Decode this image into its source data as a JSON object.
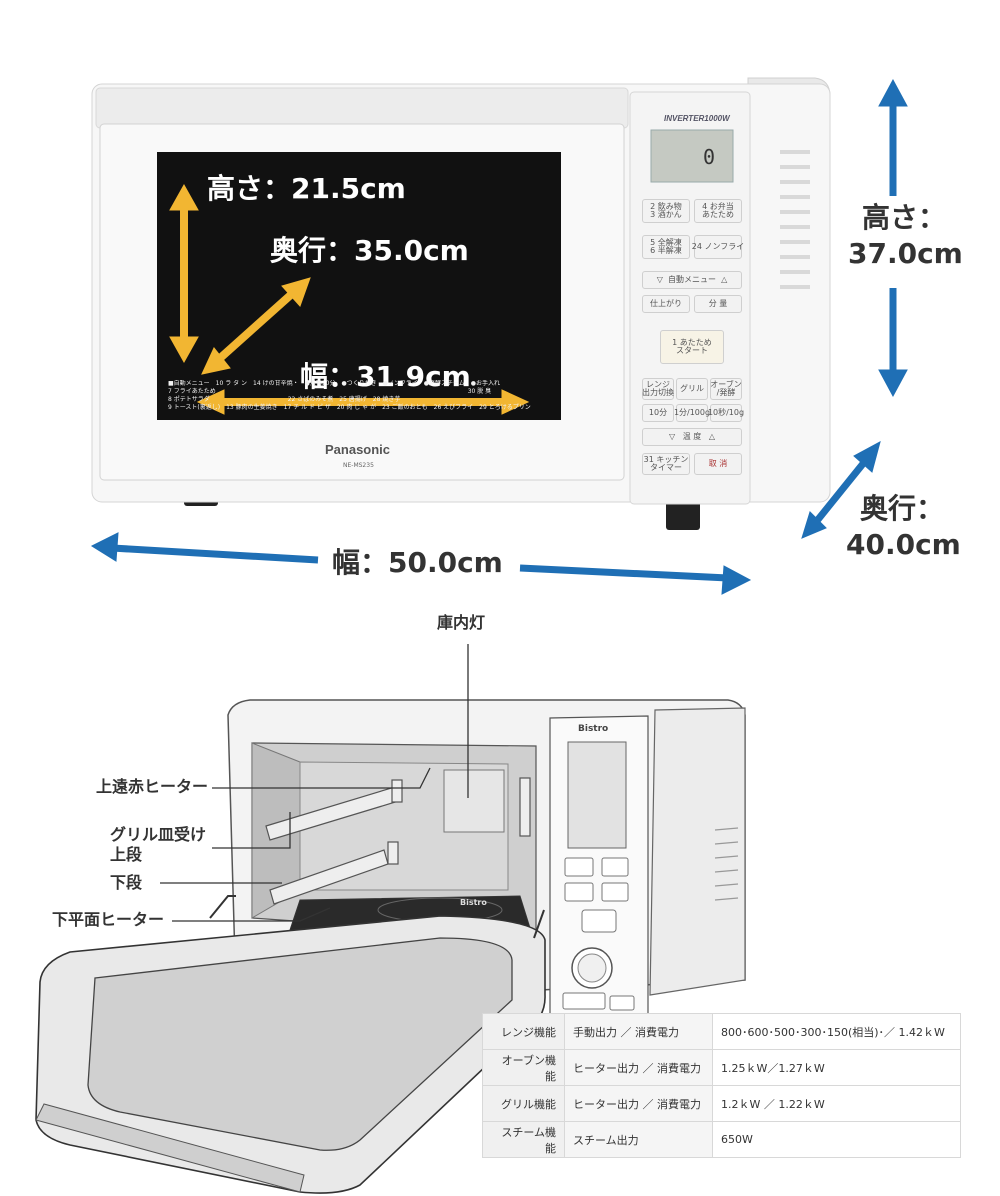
{
  "dimensions": {
    "exterior_height_label": "高さ：",
    "exterior_height_value": "37.0cm",
    "exterior_width": "幅：50.0cm",
    "exterior_depth_label": "奥行：",
    "exterior_depth_value": "40.0cm",
    "interior_height": "高さ：21.5cm",
    "interior_depth": "奥行：35.0cm",
    "interior_width": "幅：31.9cm"
  },
  "product": {
    "brand": "Panasonic",
    "model": "NE-MS235",
    "inverter_badge": "INVERTER1000W",
    "display_value": "0",
    "panel_buttons": [
      "2 飲み物\n3 酒かん",
      "4 お弁当\nあたため",
      "5 全解凍\n6 半解凍",
      "24 ノンフライ",
      "▽  自動メニュー  △",
      "仕上がり",
      "分 量",
      "1 あたため\nスタート",
      "レンジ\n出力切換",
      "グリル",
      "オーブン\n/発酵",
      "10分",
      "1分/100g",
      "10秒/10g",
      "▽   温 度   △",
      "31 キッチン\nタイマー",
      "取 消"
    ],
    "auto_menu_strip": [
      "■自動メニュー　10 ラ タ ン　14 けの甘辛焼・　●煮物10分　●つくりおき　●ノンフライ　●発酵スチーム　●お手入れ",
      "7 フライあたため　　　　　　　　　　　　　　　　　　　　　　　　　　　　　　　　　　　　　　　　　　30 脱 臭",
      "8 ポテトサラダ　　　　　　　　　　　　　22 さばのみそ煮　25 唐揚げ　28 焼き芋",
      "9 トースト(裏返し)　13 豚肉の生姜焼き　17 チ ル ド ピ ザ　20 肉 じ ゃ が　23 ご飯のおとも　26 えびフライ　29 とろけるプリン"
    ]
  },
  "diagram": {
    "callouts": {
      "interior_light": "庫内灯",
      "upper_heater": "上遠赤ヒーター",
      "grill_rack": "グリル皿受け",
      "upper_level": "上段",
      "lower_level": "下段",
      "lower_heater": "下平面ヒーター"
    },
    "panel_logo": "Bistro",
    "tray_logo": "Bistro"
  },
  "specs": {
    "rows": [
      {
        "function": "レンジ機能",
        "item": "手動出力 ／ 消費電力",
        "value": "800･600･500･300･150(相当)･／ 1.42ｋW"
      },
      {
        "function": "オーブン機能",
        "item": "ヒーター出力 ／ 消費電力",
        "value": "1.25ｋW／1.27ｋW"
      },
      {
        "function": "グリル機能",
        "item": "ヒーター出力 ／ 消費電力",
        "value": "1.2ｋW ／ 1.22ｋW"
      },
      {
        "function": "スチーム機能",
        "item": "スチーム出力",
        "value": "650W"
      }
    ]
  },
  "colors": {
    "arrow_blue": "#1f6fb5",
    "arrow_yellow": "#f2b632",
    "window_black": "#111111"
  }
}
